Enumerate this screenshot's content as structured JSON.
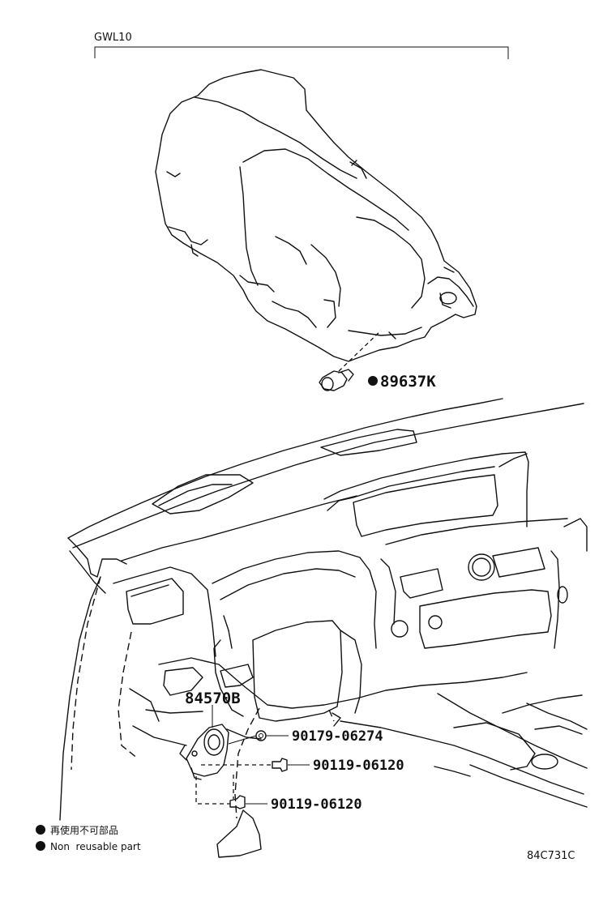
{
  "model_label": "GWL10",
  "callouts": {
    "sensor_part": "89637K",
    "switch_assembly": "84570B",
    "clip": "90179-06274",
    "screw_upper": "90119-06120",
    "screw_lower": "90119-06120"
  },
  "legend": {
    "non_reusable_jp": "再使用不可部品",
    "non_reusable_en": "Non  reusable part"
  },
  "diagram_code": "84C731C"
}
